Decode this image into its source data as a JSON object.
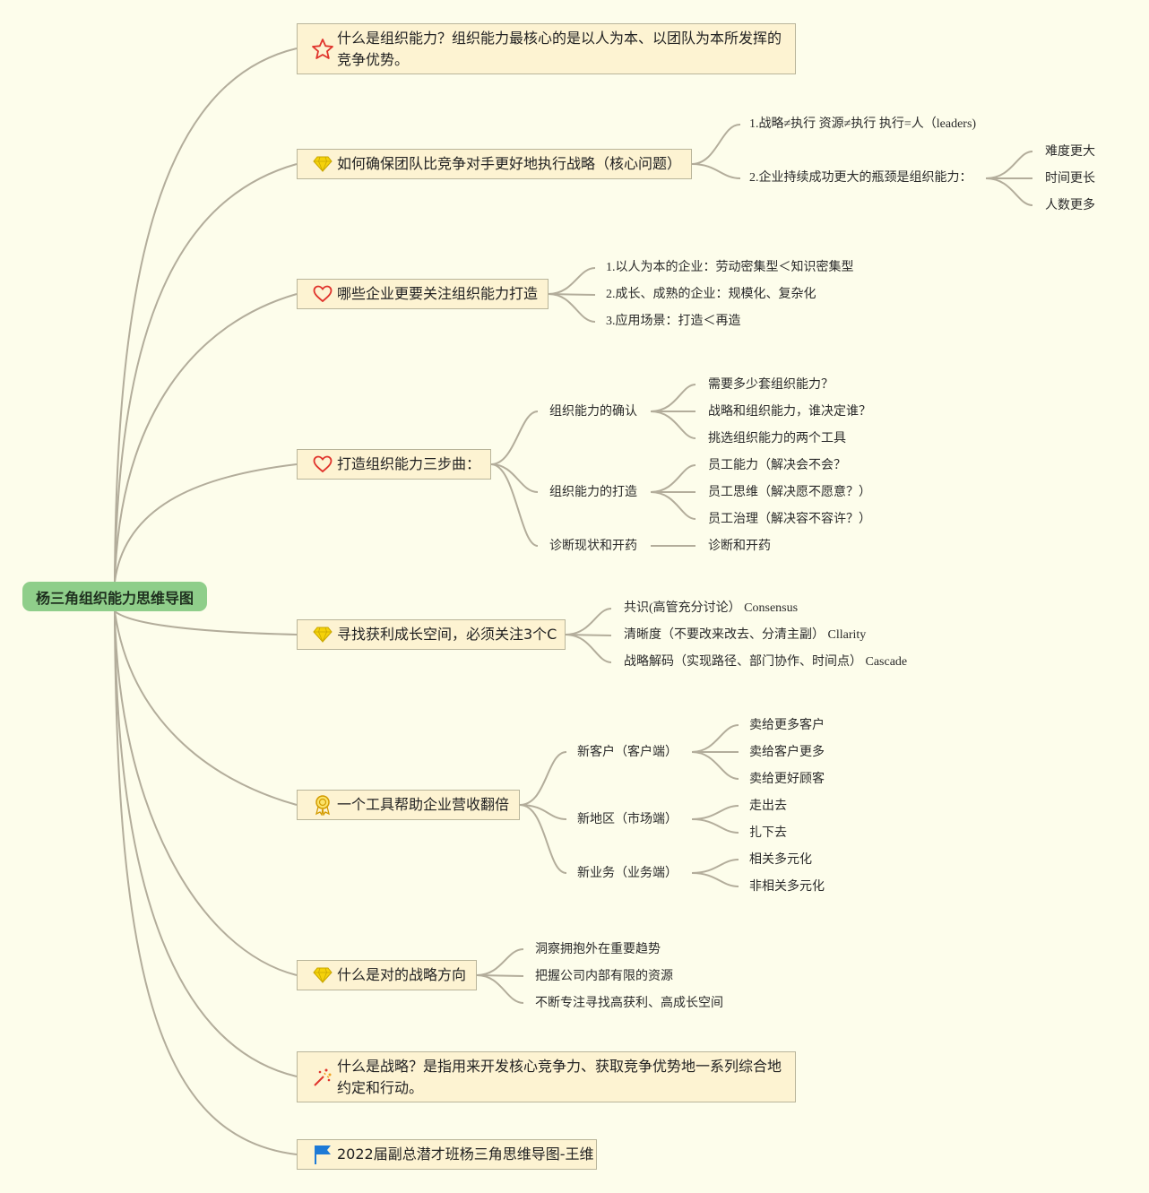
{
  "root": "杨三角组织能力思维导图",
  "branches": [
    {
      "label": "什么是组织能力？组织能力最核心的是以人为本、以团队为本所发挥的竞争优势。",
      "icon": "star-icon"
    },
    {
      "label": "如何确保团队比竞争对手更好地执行战略（核心问题）",
      "icon": "diamond-icon",
      "children": [
        {
          "label": "1.战略≠执行 资源≠执行 执行=人（leaders)"
        },
        {
          "label": "2.企业持续成功更大的瓶颈是组织能力：",
          "children": [
            "难度更大",
            "时间更长",
            "人数更多"
          ]
        }
      ]
    },
    {
      "label": "哪些企业更要关注组织能力打造",
      "icon": "heart-icon",
      "children": [
        "1.以人为本的企业：劳动密集型＜知识密集型",
        "2.成长、成熟的企业：规模化、复杂化",
        "3.应用场景：打造＜再造"
      ]
    },
    {
      "label": "打造组织能力三步曲：",
      "icon": "heart-icon",
      "children": [
        {
          "label": "组织能力的确认",
          "children": [
            "需要多少套组织能力？",
            "战略和组织能力，谁决定谁？",
            "挑选组织能力的两个工具"
          ]
        },
        {
          "label": "组织能力的打造",
          "children": [
            "员工能力（解决会不会？",
            "员工思维（解决愿不愿意？）",
            "员工治理（解决容不容许？）"
          ]
        },
        {
          "label": "诊断现状和开药",
          "children": [
            "诊断和开药"
          ]
        }
      ]
    },
    {
      "label": "寻找获利成长空间，必须关注3个C",
      "icon": "diamond-icon",
      "children": [
        "共识(高管充分讨论） Consensus",
        "清晰度（不要改来改去、分清主副） Cllarity",
        "战略解码（实现路径、部门协作、时间点） Cascade"
      ]
    },
    {
      "label": "一个工具帮助企业营收翻倍",
      "icon": "medal-icon",
      "children": [
        {
          "label": "新客户（客户端）",
          "children": [
            "卖给更多客户",
            "卖给客户更多",
            "卖给更好顾客"
          ]
        },
        {
          "label": "新地区（市场端）",
          "children": [
            "走出去",
            "扎下去"
          ]
        },
        {
          "label": "新业务（业务端）",
          "children": [
            "相关多元化",
            "非相关多元化"
          ]
        }
      ]
    },
    {
      "label": "什么是对的战略方向",
      "icon": "diamond-icon",
      "children": [
        "洞察拥抱外在重要趋势",
        "把握公司内部有限的资源",
        "不断专注寻找高获利、高成长空间"
      ]
    },
    {
      "label": "什么是战略？是指用来开发核心竞争力、获取竞争优势地一系列综合地约定和行动。",
      "icon": "sparkle-icon"
    },
    {
      "label": "2022届副总潜才班杨三角思维导图-王维",
      "icon": "flag-icon"
    }
  ],
  "colors": {
    "background": "#fdfdeb",
    "root": "#8fce8a",
    "box": "#fdf3d2",
    "line": "#b3ad9b",
    "heart": "#e0332b",
    "diamond": "#f5d20a",
    "flag": "#1e7ad6"
  }
}
